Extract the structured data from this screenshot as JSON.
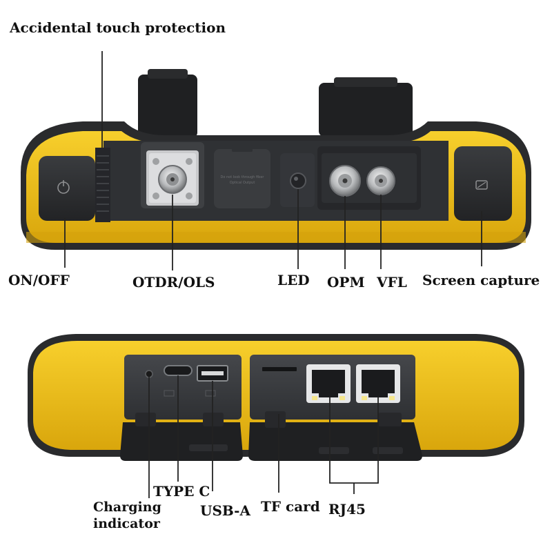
{
  "top_panel": {
    "port_cover_text_line1": "Do not look through fiber",
    "port_cover_text_line2": "Optical Output",
    "labels": {
      "accidental": "Accidental touch protection",
      "onoff": "ON/OFF",
      "otdr": "OTDR/OLS",
      "led": "LED",
      "opm": "OPM",
      "vfl": "VFL",
      "capture": "Screen capture"
    }
  },
  "bottom_panel": {
    "labels": {
      "charging_line1": "Charging",
      "charging_line2": "indicator",
      "typec": "TYPE C",
      "usba": "USB-A",
      "tf": "TF card",
      "rj45": "RJ45"
    }
  },
  "colors": {
    "body_yellow": "#f2bf17",
    "rubber_dark": "#2a2b2d",
    "panel_grey": "#3b3d40",
    "cover_black": "#1f2022",
    "background": "#ffffff"
  }
}
